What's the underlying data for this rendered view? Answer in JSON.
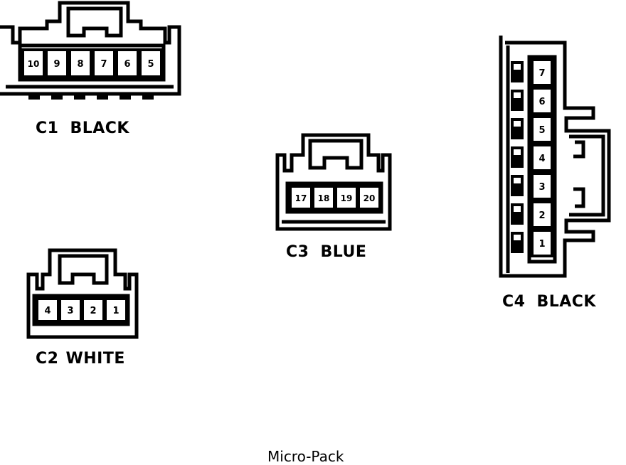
{
  "connectors": [
    {
      "id": "C1",
      "color": "BLACK",
      "pins": [
        "10",
        "9",
        "8",
        "7",
        "6",
        "5"
      ]
    },
    {
      "id": "C2",
      "color": "WHITE",
      "pins": [
        "4",
        "3",
        "2",
        "1"
      ]
    },
    {
      "id": "C3",
      "color": "BLUE",
      "pins": [
        "17",
        "18",
        "19",
        "20"
      ]
    },
    {
      "id": "C4",
      "color": "BLACK",
      "pins": [
        "7",
        "6",
        "5",
        "4",
        "3",
        "2",
        "1"
      ]
    }
  ],
  "caption": "Micro-Pack"
}
